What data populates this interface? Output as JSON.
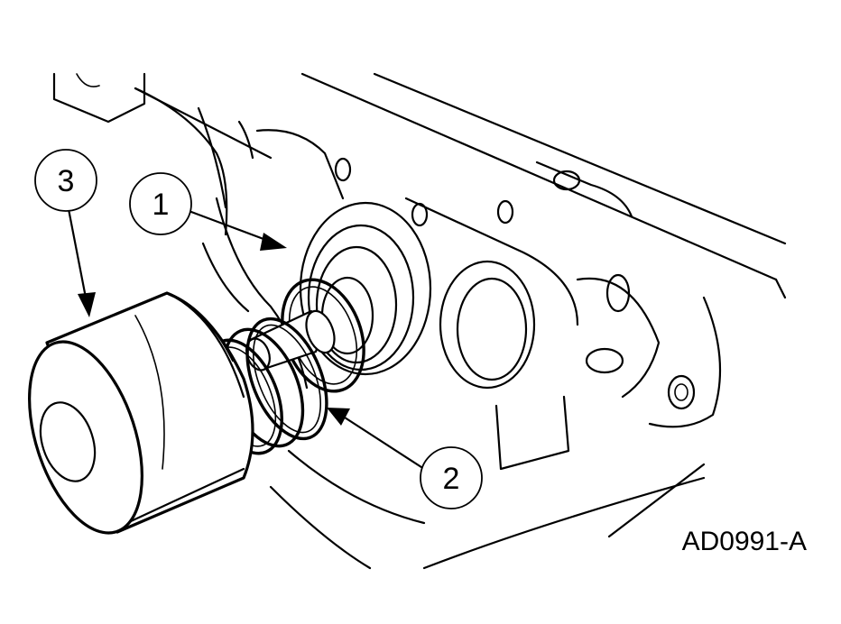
{
  "figure": {
    "id_label": "AD0991-A"
  },
  "callouts": [
    {
      "number": "1"
    },
    {
      "number": "2"
    },
    {
      "number": "3"
    }
  ],
  "colors": {
    "line": "#000000",
    "background": "#ffffff"
  }
}
